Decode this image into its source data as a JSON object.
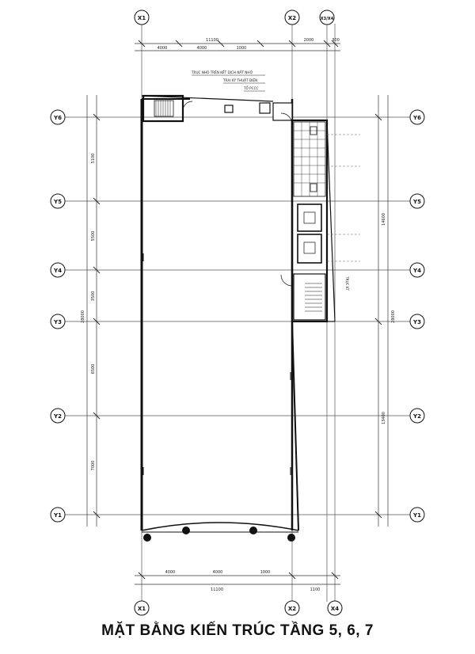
{
  "title": "MẶT BẰNG KIẾN TRÚC TẦNG 5, 6, 7",
  "axes": {
    "top": [
      "X1",
      "X2",
      "X3/X4"
    ],
    "bottom": [
      "X1",
      "X2",
      "X4"
    ],
    "left": [
      "Y6",
      "Y5",
      "Y4",
      "Y3",
      "Y2",
      "Y1"
    ],
    "right": [
      "Y6",
      "Y5",
      "Y4",
      "Y3",
      "Y2",
      "Y1"
    ]
  },
  "annotations": {
    "note_1": "TRỤC NHỎ TRÊN KẾT DỊCH NẮT NHỎ",
    "note_2": "TRẠI KÝ THUẬT ĐIỆN",
    "note_3": "TỔ PCCC",
    "vertical_note": "TRỤC KT"
  },
  "dimensions": {
    "top_total": "11100",
    "top_segments": [
      "4000",
      "4000",
      "1000",
      "2000",
      "300"
    ],
    "bottom_total": "11100",
    "bottom_segments": [
      "4000",
      "4000",
      "1000"
    ],
    "bottom_side": "1100",
    "left_total": "28000",
    "left_segments": [
      "5100",
      "5500",
      "3500",
      "6500",
      "7000"
    ],
    "right_total": "28000",
    "right_segments": [
      "14600",
      "13400"
    ]
  }
}
